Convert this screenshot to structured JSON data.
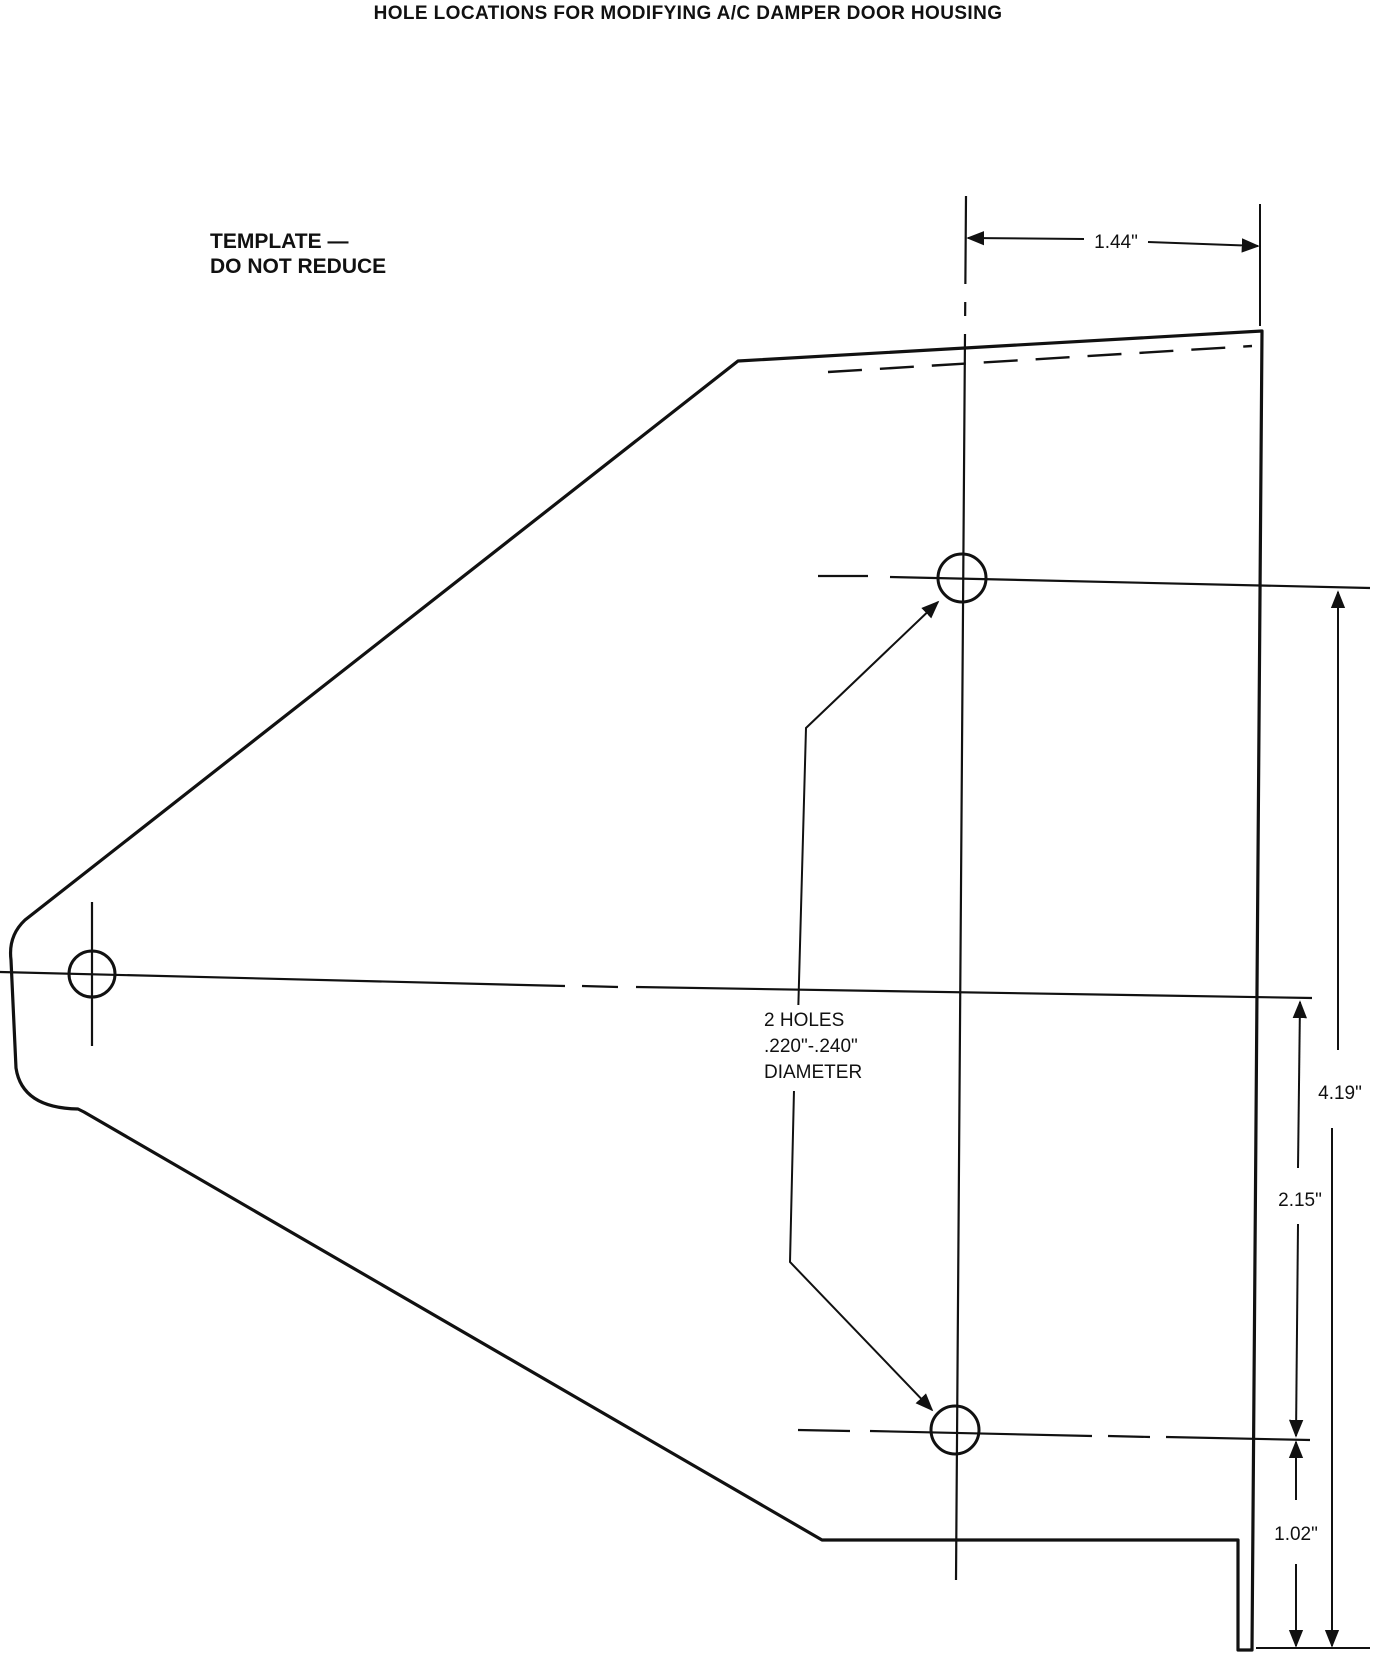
{
  "title": "HOLE LOCATIONS FOR MODIFYING A/C DAMPER DOOR HOUSING",
  "note": {
    "line1": "TEMPLATE —",
    "line2": "DO NOT REDUCE"
  },
  "callout": {
    "line1": "2 HOLES",
    "line2": ".220\"-.240\"",
    "line3": "DIAMETER"
  },
  "dimensions": {
    "horizontal": "1.44\"",
    "overall_vertical": "4.19\"",
    "middle_vertical": "2.15\"",
    "bottom_vertical": "1.02\""
  }
}
